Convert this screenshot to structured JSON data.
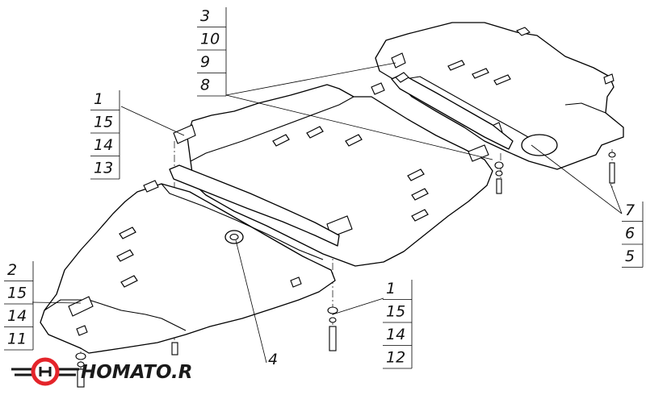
{
  "diagram": {
    "callout_groups": [
      {
        "id": "group-a",
        "items": [
          "3",
          "10",
          "9",
          "8"
        ]
      },
      {
        "id": "group-b",
        "items": [
          "1",
          "15",
          "14",
          "13"
        ]
      },
      {
        "id": "group-c",
        "items": [
          "2",
          "15",
          "14",
          "11"
        ]
      },
      {
        "id": "group-d",
        "items": [
          "1",
          "15",
          "14",
          "12"
        ]
      },
      {
        "id": "group-e",
        "items": [
          "7",
          "6",
          "5"
        ]
      }
    ],
    "single_callouts": [
      {
        "id": "part-4",
        "label": "4"
      }
    ]
  },
  "watermark": {
    "text": "HOMATO.RU",
    "colors": {
      "ring": "#e4242a",
      "dark": "#1a1a1a"
    }
  }
}
